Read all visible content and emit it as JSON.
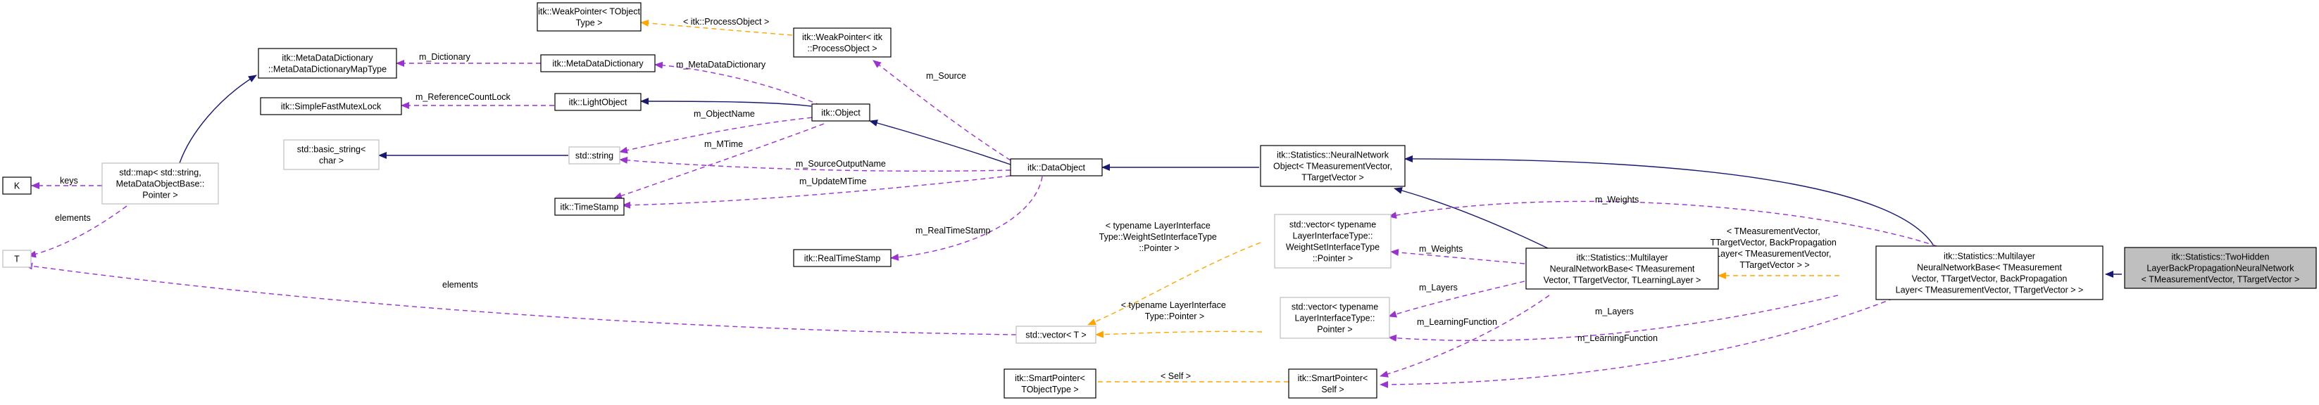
{
  "colors": {
    "inheritance": "#191970",
    "member": "#9a32cd",
    "template": "#ffa500",
    "focus_fill": "#bfbfbf",
    "gray_border": "#bfbfbf"
  },
  "nodes": {
    "weakptr_tobject": {
      "lines": [
        "itk::WeakPointer< TObject",
        "Type >"
      ]
    },
    "weakptr_process": {
      "lines": [
        "itk::WeakPointer< itk",
        "::ProcessObject >"
      ]
    },
    "mdd_maptype": {
      "lines": [
        "itk::MetaDataDictionary",
        "::MetaDataDictionaryMapType"
      ]
    },
    "mdd": {
      "lines": [
        "itk::MetaDataDictionary"
      ]
    },
    "mutexlock": {
      "lines": [
        "itk::SimpleFastMutexLock"
      ]
    },
    "lightobject": {
      "lines": [
        "itk::LightObject"
      ]
    },
    "object": {
      "lines": [
        "itk::Object"
      ]
    },
    "basic_string": {
      "lines": [
        "std::basic_string<",
        "char >"
      ]
    },
    "std_string": {
      "lines": [
        "std::string"
      ]
    },
    "timestamp": {
      "lines": [
        "itk::TimeStamp"
      ]
    },
    "dataobject": {
      "lines": [
        "itk::DataObject"
      ]
    },
    "realtimestamp": {
      "lines": [
        "itk::RealTimeStamp"
      ]
    },
    "k": {
      "lines": [
        "K"
      ]
    },
    "t": {
      "lines": [
        "T"
      ]
    },
    "std_map": {
      "lines": [
        "std::map< std::string,",
        "MetaDataObjectBase::",
        "Pointer >"
      ]
    },
    "nn_object": {
      "lines": [
        "itk::Statistics::NeuralNetwork",
        "Object< TMeasurementVector,",
        "TTargetVector >"
      ]
    },
    "vec_weightset": {
      "lines": [
        "std::vector< typename",
        "LayerInterfaceType::",
        "WeightSetInterfaceType",
        "::Pointer >"
      ]
    },
    "vec_t": {
      "lines": [
        "std::vector< T >"
      ]
    },
    "vec_layer": {
      "lines": [
        "std::vector< typename",
        "LayerInterfaceType::",
        "Pointer >"
      ]
    },
    "mlnn_base": {
      "lines": [
        "itk::Statistics::Multilayer",
        "NeuralNetworkBase< TMeasurement",
        "Vector, TTargetVector, TLearningLayer >"
      ]
    },
    "smartptr_tobject": {
      "lines": [
        "itk::SmartPointer<",
        "TObjectType >"
      ]
    },
    "smartptr_self": {
      "lines": [
        "itk::SmartPointer<",
        "Self >"
      ]
    },
    "mlnn_bp": {
      "lines": [
        "itk::Statistics::Multilayer",
        "NeuralNetworkBase< TMeasurement",
        "Vector, TTargetVector, BackPropagation",
        "Layer< TMeasurementVector, TTargetVector > >"
      ]
    },
    "twohidden": {
      "lines": [
        "itk::Statistics::TwoHidden",
        "LayerBackPropagationNeuralNetwork",
        "< TMeasurementVector, TTargetVector >"
      ]
    }
  },
  "edge_labels": {
    "process_object": "< itk::ProcessObject >",
    "m_dictionary": "m_Dictionary",
    "m_metadatadictionary": "m_MetaDataDictionary",
    "m_source": "m_Source",
    "m_referencecountlock": "m_ReferenceCountLock",
    "m_objectname": "m_ObjectName",
    "m_mtime": "m_MTime",
    "m_sourceoutputname": "m_SourceOutputName",
    "m_updatemtime": "m_UpdateMTime",
    "m_realtimestamp": "m_RealTimeStamp",
    "keys": "keys",
    "elements_map": "elements",
    "elements_vec": "elements",
    "m_weights_top": "m_Weights",
    "m_weights_mid": "m_Weights",
    "weightset_tmpl": [
      "< typename LayerInterface",
      "Type::WeightSetInterfaceType",
      "::Pointer >"
    ],
    "layer_tmpl": [
      "< typename LayerInterface",
      "Type::Pointer >"
    ],
    "bp_tmpl": [
      "< TMeasurementVector,",
      "TTargetVector, BackPropagation",
      "Layer< TMeasurementVector,",
      "TTargetVector > >"
    ],
    "m_layers_mid": "m_Layers",
    "m_layers_right": "m_Layers",
    "m_learningfunction_mid": "m_LearningFunction",
    "m_learningfunction_right": "m_LearningFunction",
    "self_tmpl": "< Self >"
  }
}
